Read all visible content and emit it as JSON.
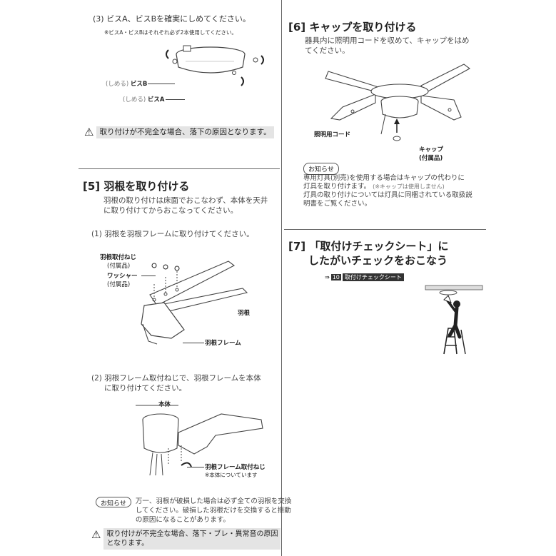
{
  "step3": {
    "title": "(3) ビスA、ビスBを確実にしめてください。",
    "note": "※ビスA・ビスBはそれぞれ必ず2本使用してください。",
    "label_bis_b_prefix": "(しめる)",
    "label_bis_b": "ビスB",
    "label_bis_a_prefix": "(しめる)",
    "label_bis_a": "ビスA",
    "warning": "取り付けが不完全な場合、落下の原因となります。"
  },
  "section5": {
    "heading": "[5] 羽根を取り付ける",
    "body_line1": "羽根の取り付けは床面でおこなわず、本体を天井",
    "body_line2": "に取り付けてからおこなってください。",
    "step1": {
      "title": "(1) 羽根を羽根フレームに取り付けてください。",
      "label_screw_line1": "羽根取付ねじ",
      "label_screw_line2": "(付属品)",
      "label_washer_line1": "ワッシャー",
      "label_washer_line2": "(付属品)",
      "label_blade": "羽根",
      "label_frame": "羽根フレーム"
    },
    "step2": {
      "title_line1": "(2) 羽根フレーム取付ねじで、羽根フレームを本体",
      "title_line2": "に取り付けてください。",
      "label_body": "本体",
      "label_frame_screw": "羽根フレーム取付ねじ",
      "label_frame_screw_note": "※本体についています"
    },
    "notice_label": "お知らせ",
    "notice_line1": "万一、羽根が破損した場合は必ず全ての羽根を交換",
    "notice_line2": "してください。破損した羽根だけを交換すると振動",
    "notice_line3": "の原因になることがあります。",
    "warning_line1": "取り付けが不完全な場合、落下・ブレ・異常音の原因",
    "warning_line2": "となります。"
  },
  "section6": {
    "heading": "[6] キャップを取り付ける",
    "body_line1": "器具内に照明用コードを収めて、キャップをはめ",
    "body_line2": "てください。",
    "label_cord": "照明用コード",
    "label_cap_line1": "キャップ",
    "label_cap_line2": "(付属品)",
    "notice_label": "お知らせ",
    "notice_line1": "専用灯具(別売)を使用する場合はキャップの代わりに",
    "notice_line2": "灯具を取り付けます。",
    "notice_line2_note": "(※キャップは使用しません)",
    "notice_line3": "灯具の取り付けについては灯具に同梱されている取扱説",
    "notice_line4": "明書をご覧ください。"
  },
  "section7": {
    "heading_line1": "[7] 「取付けチェックシート」に",
    "heading_line2": "したがいチェックをおこなう",
    "ref_arrow": "⇒",
    "ref_number": "10",
    "ref_label": "取付けチェックシート"
  }
}
